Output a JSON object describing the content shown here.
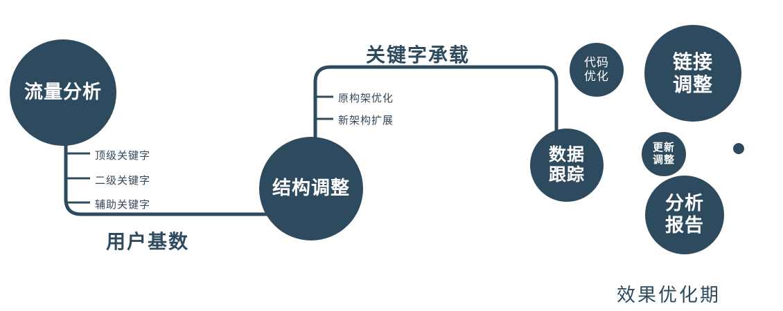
{
  "colors": {
    "primary": "#2e4a5e",
    "text_on_node": "#ffffff",
    "background": "#ffffff"
  },
  "nodes": {
    "traffic": {
      "label": "流量分析"
    },
    "structure": {
      "label": "结构调整"
    },
    "data_tracking": {
      "label": "数据\n跟踪"
    },
    "code_optimization": {
      "label": "代码\n优化"
    },
    "link_adjustment": {
      "label": "链接\n调整"
    },
    "update_adjustment": {
      "label": "更新\n调整"
    },
    "analysis_report": {
      "label": "分析\n报告"
    }
  },
  "edges": {
    "user_base": "用户基数",
    "keyword_carrying": "关键字承载"
  },
  "branches": {
    "traffic": [
      "顶级关键字",
      "二级关键字",
      "辅助关键字"
    ],
    "structure": [
      "原构架优化",
      "新架构扩展"
    ]
  },
  "footer": {
    "label": "效果优化期"
  }
}
